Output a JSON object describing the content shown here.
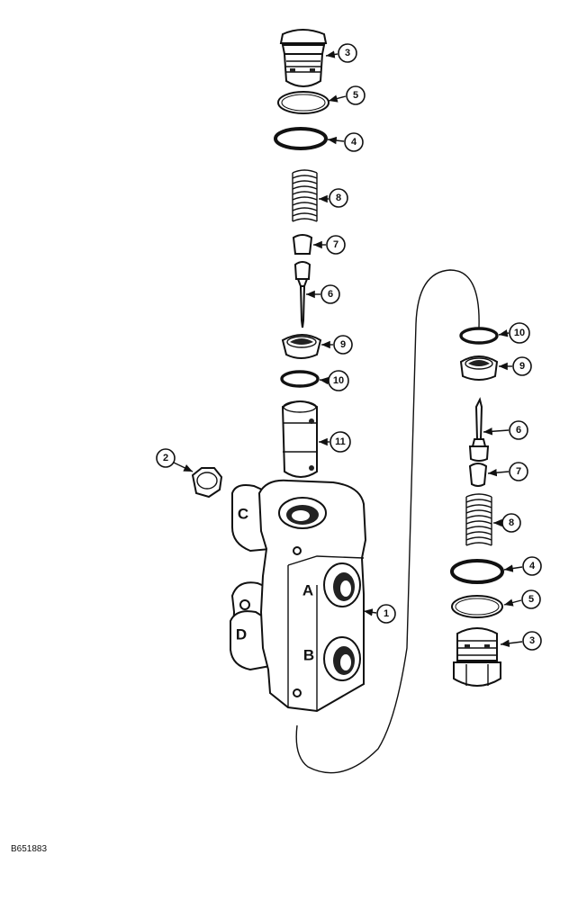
{
  "figure_id": "B651883",
  "port_labels": [
    "C",
    "A",
    "D",
    "B"
  ],
  "callouts": {
    "left_stack": [
      "3",
      "5",
      "4",
      "8",
      "7",
      "6",
      "9",
      "10",
      "11"
    ],
    "fitting": "2",
    "body": "1",
    "right_stack": [
      "10",
      "9",
      "6",
      "7",
      "8",
      "4",
      "5",
      "3"
    ]
  }
}
